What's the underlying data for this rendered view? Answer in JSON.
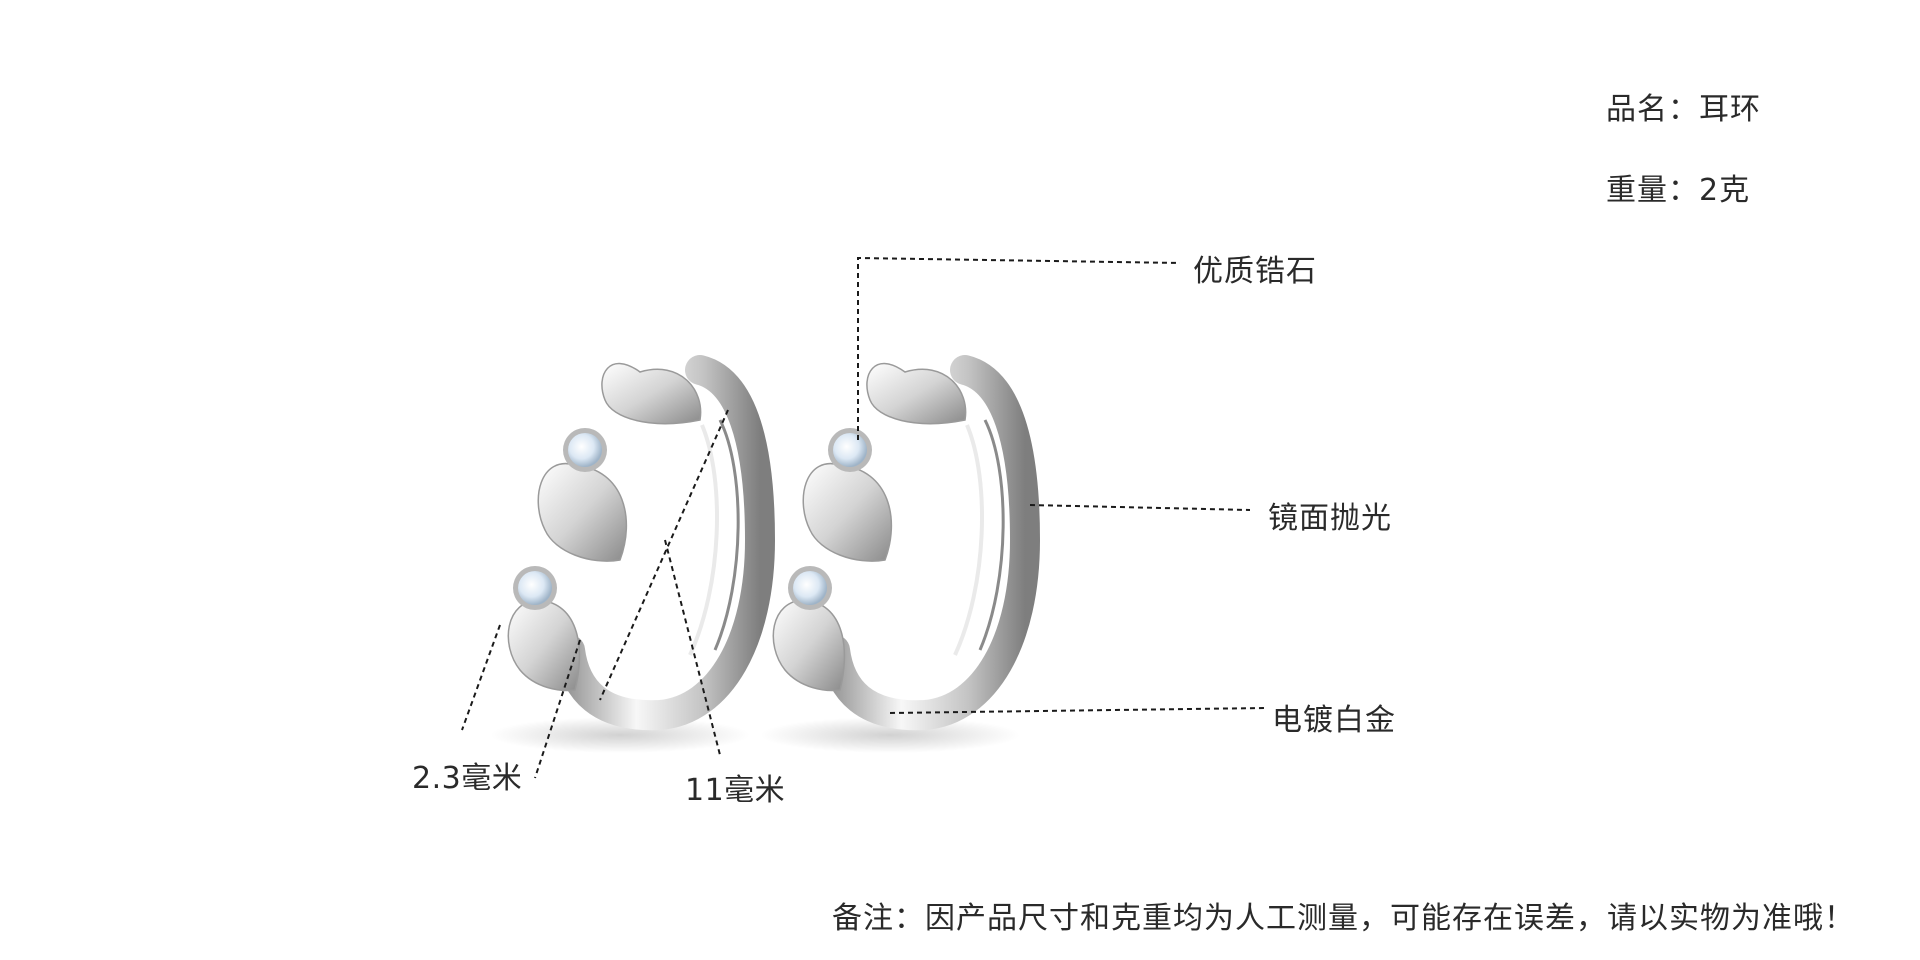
{
  "specs": {
    "name": "品名：耳环",
    "weight": "重量：2克"
  },
  "callouts": {
    "stone": "优质锆石",
    "polish": "镜面抛光",
    "plating": "电镀白金"
  },
  "dimensions": {
    "width": "2.3毫米",
    "diameter": "11毫米"
  },
  "footnote": "备注：因产品尺寸和克重均为人工测量，可能存在误差，请以实物为准哦！",
  "colors": {
    "text": "#2a2a2a",
    "metal_light": "#f4f4f4",
    "metal_mid": "#c9c9c9",
    "metal_dark": "#8c8c8c",
    "stone": "#dce8f4"
  }
}
